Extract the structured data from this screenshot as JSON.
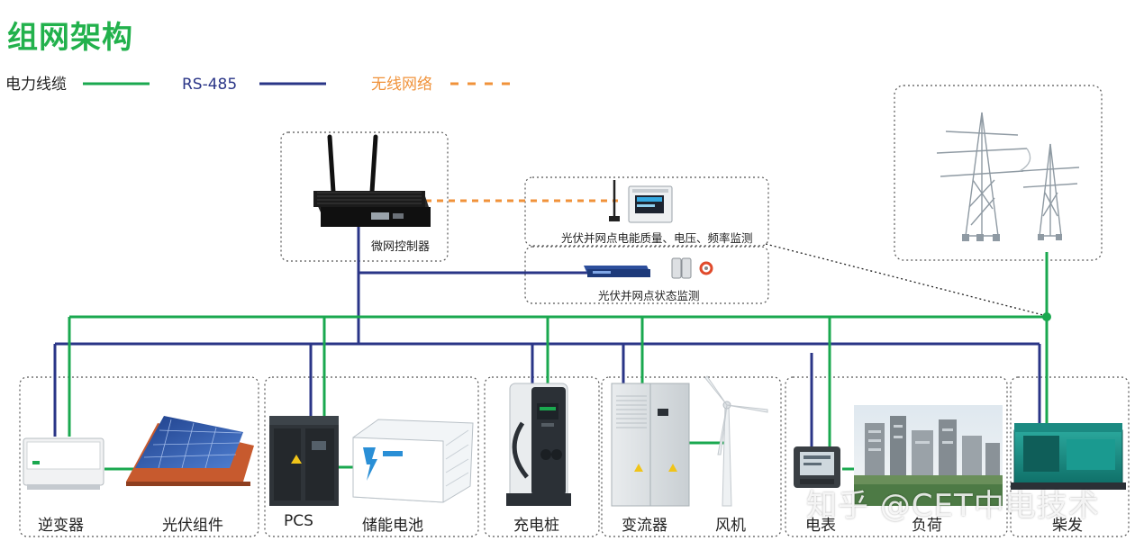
{
  "title": "组网架构",
  "legend": {
    "power": "电力线缆",
    "rs485": "RS-485",
    "wireless": "无线网络"
  },
  "colors": {
    "power": "#1aa84f",
    "rs485": "#2a3587",
    "wireless": "#f0923a",
    "title": "#22b14c"
  },
  "nodes": {
    "controller": "微网控制器",
    "pq_monitor": "光伏并网点电能质量、电压、频率监测",
    "state_monitor": "光伏并网点状态监测",
    "inverter": "逆变器",
    "pv_module": "光伏组件",
    "pcs": "PCS",
    "battery": "储能电池",
    "charger": "充电桩",
    "converter": "变流器",
    "wind": "风机",
    "meter": "电表",
    "load": "负荷",
    "genset": "柴发"
  },
  "watermark": "知乎 @CET中电技术"
}
